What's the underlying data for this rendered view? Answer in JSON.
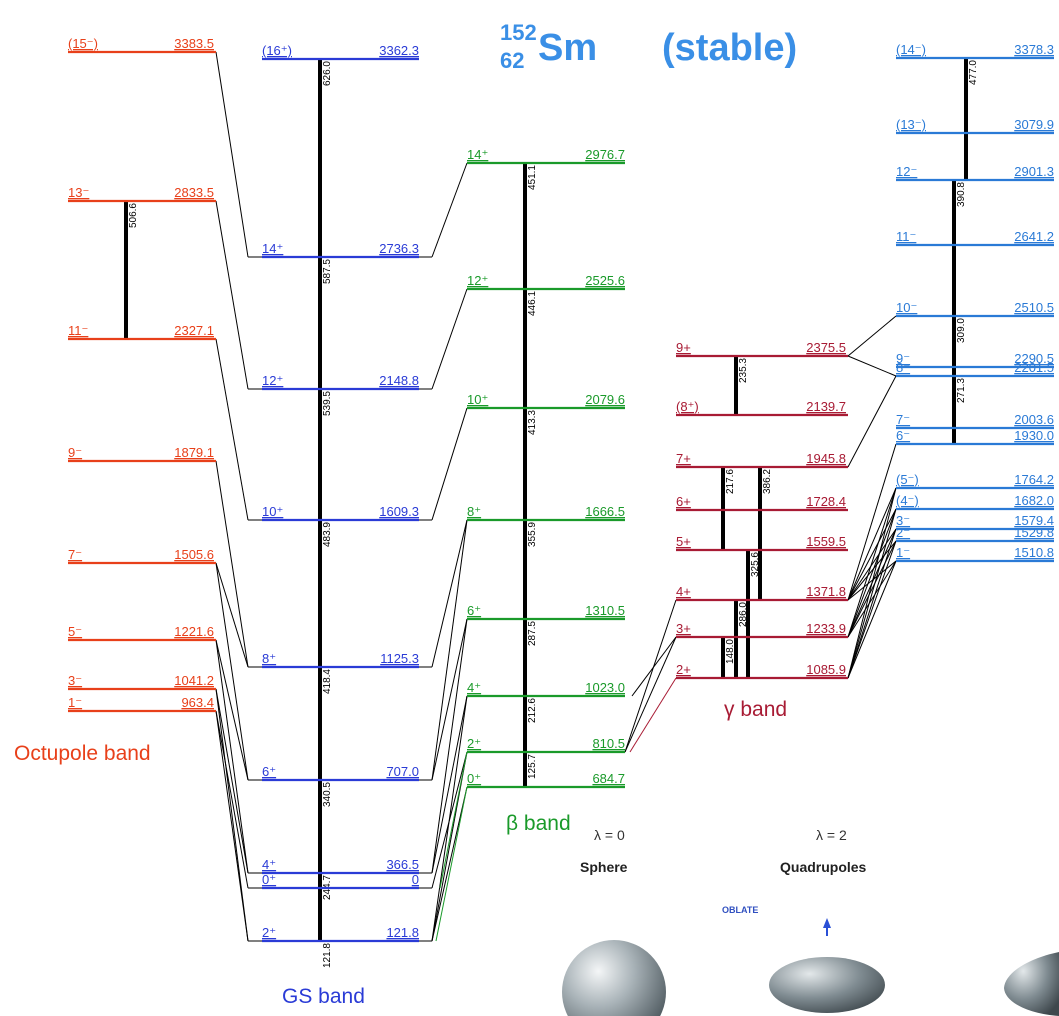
{
  "title": {
    "mass": "152",
    "z": "62",
    "symbol": "Sm",
    "note": "(stable)"
  },
  "colors": {
    "octupole": "#e8401a",
    "gs": "#2a3bd6",
    "beta": "#1a9a2a",
    "gamma": "#a81b34",
    "right": "#2a7ad6",
    "title": "#3a8fe6",
    "link": "#000000"
  },
  "bands": {
    "octupole": {
      "name": "Octupole band",
      "levels": [
        {
          "spin": "(15⁻)",
          "energy": "3383.5"
        },
        {
          "spin": "13⁻",
          "energy": "2833.5"
        },
        {
          "spin": "11⁻",
          "energy": "2327.1"
        },
        {
          "spin": "9⁻",
          "energy": "1879.1"
        },
        {
          "spin": "7⁻",
          "energy": "1505.6"
        },
        {
          "spin": "5⁻",
          "energy": "1221.6"
        },
        {
          "spin": "3⁻",
          "energy": "1041.2"
        },
        {
          "spin": "1⁻",
          "energy": "963.4"
        }
      ],
      "transitions": [
        "506.6"
      ]
    },
    "gs": {
      "name": "GS band",
      "levels": [
        {
          "spin": "(16⁺)",
          "energy": "3362.3"
        },
        {
          "spin": "14⁺",
          "energy": "2736.3"
        },
        {
          "spin": "12⁺",
          "energy": "2148.8"
        },
        {
          "spin": "10⁺",
          "energy": "1609.3"
        },
        {
          "spin": "8⁺",
          "energy": "1125.3"
        },
        {
          "spin": "6⁺",
          "energy": "707.0"
        },
        {
          "spin": "4⁺",
          "energy": "366.5"
        },
        {
          "spin": "2⁺",
          "energy": "121.8"
        },
        {
          "spin": "0⁺",
          "energy": "0"
        }
      ],
      "transitions": [
        "626.0",
        "587.5",
        "539.5",
        "483.9",
        "418.4",
        "340.5",
        "244.7",
        "121.8"
      ]
    },
    "beta": {
      "name": "β band",
      "levels": [
        {
          "spin": "14⁺",
          "energy": "2976.7"
        },
        {
          "spin": "12⁺",
          "energy": "2525.6"
        },
        {
          "spin": "10⁺",
          "energy": "2079.6"
        },
        {
          "spin": "8⁺",
          "energy": "1666.5"
        },
        {
          "spin": "6⁺",
          "energy": "1310.5"
        },
        {
          "spin": "4⁺",
          "energy": "1023.0"
        },
        {
          "spin": "2⁺",
          "energy": "810.5"
        },
        {
          "spin": "0⁺",
          "energy": "684.7"
        }
      ],
      "transitions": [
        "451.1",
        "446.1",
        "413.3",
        "355.9",
        "287.5",
        "212.6",
        "125.7"
      ]
    },
    "gamma": {
      "name": "γ band",
      "levels": [
        {
          "spin": "9+",
          "energy": "2375.5"
        },
        {
          "spin": "(8⁺)",
          "energy": "2139.7"
        },
        {
          "spin": "7+",
          "energy": "1945.8"
        },
        {
          "spin": "6+",
          "energy": "1728.4"
        },
        {
          "spin": "5+",
          "energy": "1559.5"
        },
        {
          "spin": "4+",
          "energy": "1371.8"
        },
        {
          "spin": "3+",
          "energy": "1233.9"
        },
        {
          "spin": "2+",
          "energy": "1085.9"
        }
      ],
      "transitions": [
        "235.3",
        "217.6",
        "386.2",
        "325.6",
        "286.0",
        "148.0"
      ]
    },
    "right": {
      "levels": [
        {
          "spin": "(14⁻)",
          "energy": "3378.3"
        },
        {
          "spin": "(13⁻)",
          "energy": "3079.9"
        },
        {
          "spin": "12⁻",
          "energy": "2901.3"
        },
        {
          "spin": "11⁻",
          "energy": "2641.2"
        },
        {
          "spin": "10⁻",
          "energy": "2510.5"
        },
        {
          "spin": "9⁻",
          "energy": "2290.5"
        },
        {
          "spin": "8⁻",
          "energy": "2201.5"
        },
        {
          "spin": "7⁻",
          "energy": "2003.6"
        },
        {
          "spin": "6⁻",
          "energy": "1930.0"
        },
        {
          "spin": "(5⁻)",
          "energy": "1764.2"
        },
        {
          "spin": "(4⁻)",
          "energy": "1682.0"
        },
        {
          "spin": "3⁻",
          "energy": "1579.4"
        },
        {
          "spin": "2⁻",
          "energy": "1529.8"
        },
        {
          "spin": "1⁻",
          "energy": "1510.8"
        }
      ],
      "transitions": [
        "477.0",
        "390.8",
        "309.0",
        "271.3"
      ]
    }
  },
  "shapes": {
    "lambda0": {
      "lambda": "λ = 0",
      "name": "Sphere"
    },
    "lambda2": {
      "lambda": "λ = 2",
      "name": "Quadrupoles",
      "sub": "OBLATE"
    }
  }
}
